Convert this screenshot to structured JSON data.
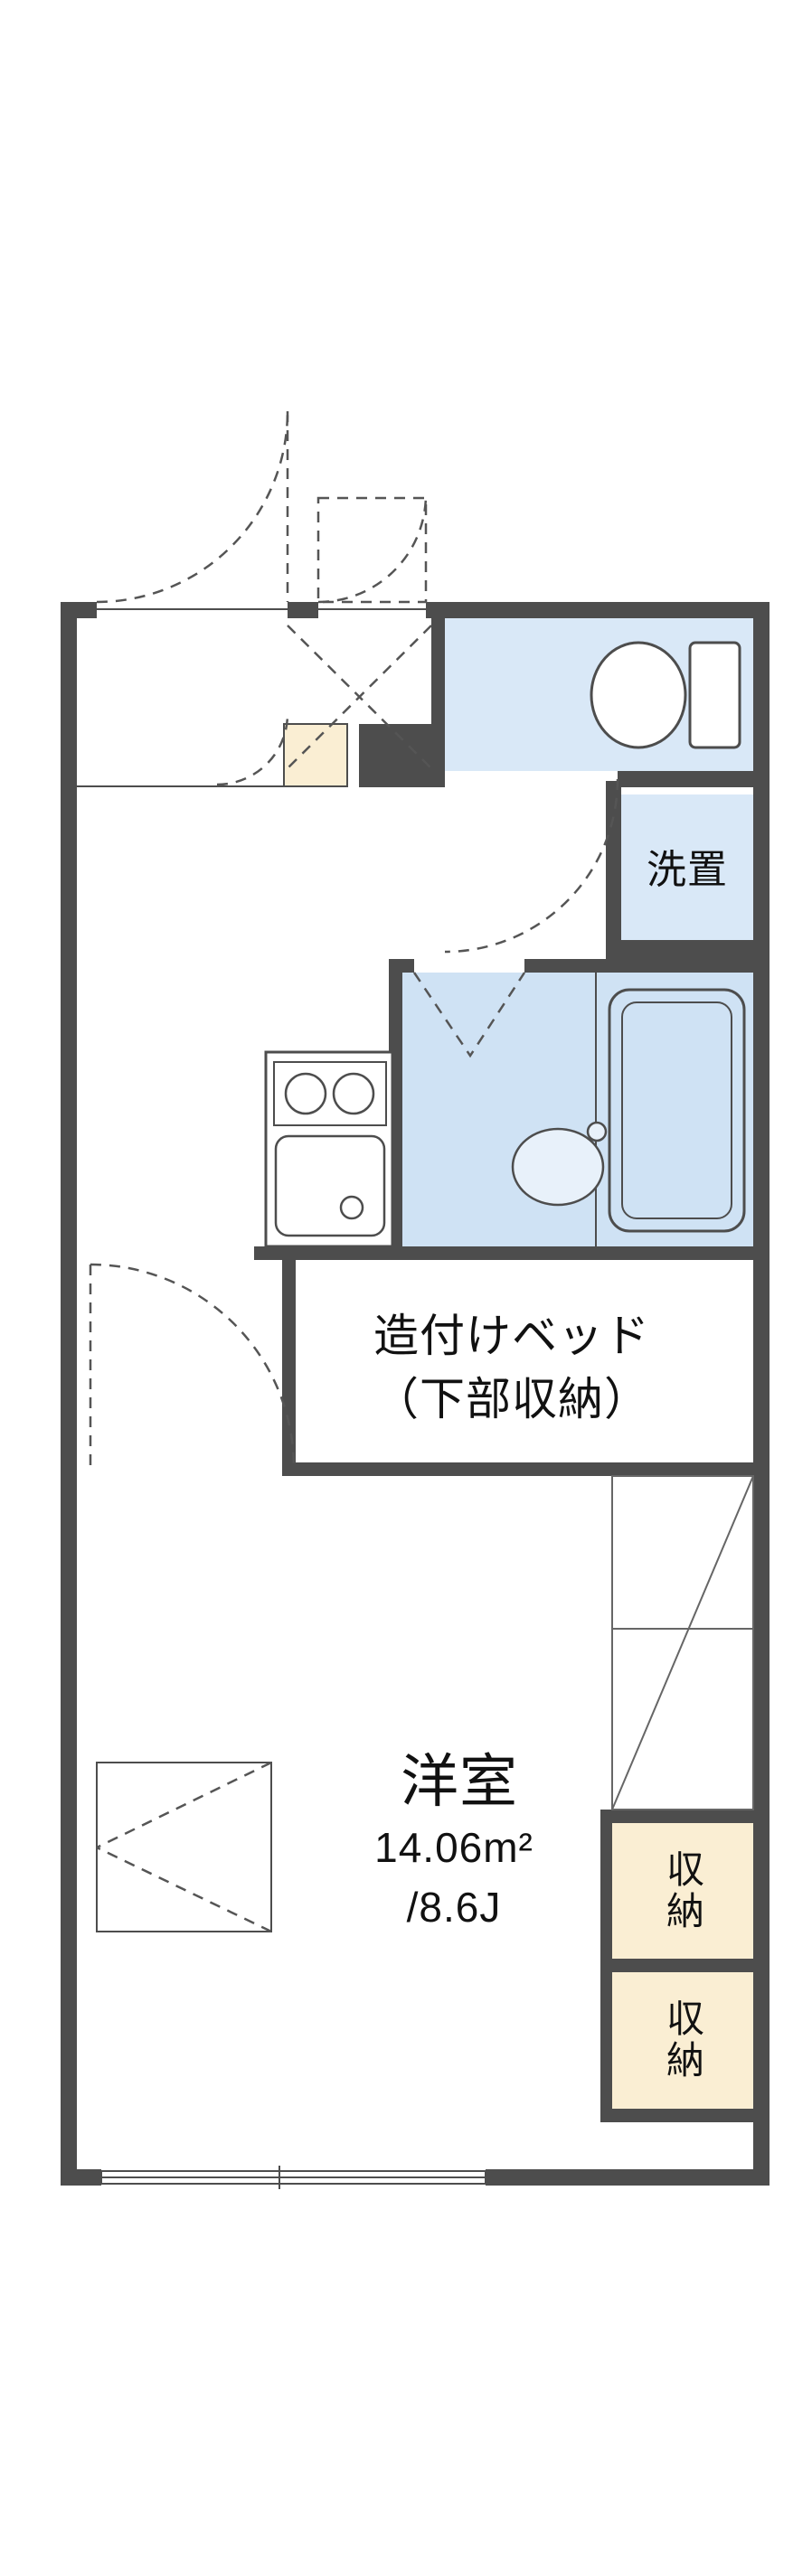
{
  "title": "apartment-floorplan",
  "colors": {
    "wall": "#4d4d4d",
    "water_area": "#d9e8f7",
    "bath_area": "#cfe2f4",
    "storage_fill": "#faeed3",
    "dash_line": "#555555"
  },
  "floorplan": {
    "laundry": {
      "label": "洗置"
    },
    "bed": {
      "line1": "造付けベッド",
      "line2": "（下部収納）"
    },
    "main_room": {
      "name": "洋室",
      "area_sqm": "14.06m²",
      "area_tatami": "/8.6J"
    },
    "storage_top": {
      "label": "収納"
    },
    "storage_bottom": {
      "label": "収納"
    }
  }
}
